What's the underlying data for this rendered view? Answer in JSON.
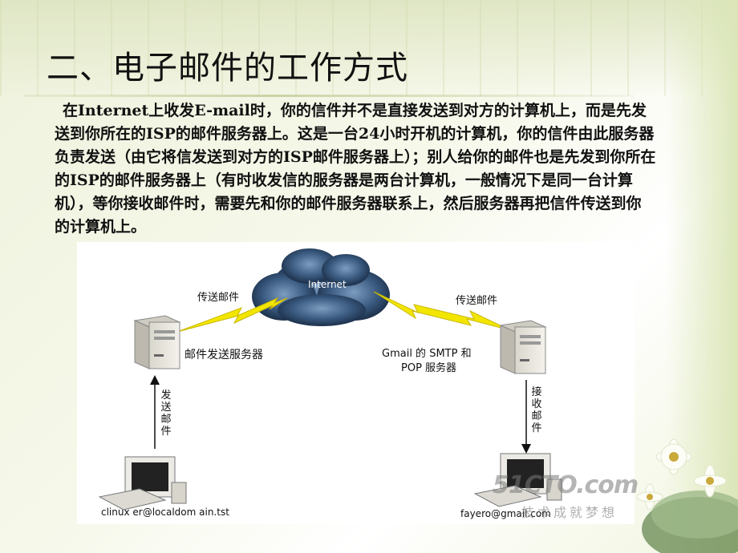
{
  "slide": {
    "title": "二、电子邮件的工作方式",
    "paragraph": "在Internet上收发E-mail时，你的信件并不是直接发送到对方的计算机上，而是先发送到你所在的ISP的邮件服务器上。这是一台24小时开机的计算机，你的信件由此服务器负责发送（由它将信发送到对方的ISP邮件服务器上）；别人给你的邮件也是先发到你所在的ISP的邮件服务器上（有时收发信的服务器是两台计算机，一般情况下是同一台计算机），等你接收邮件时，需要先和你的邮件服务器联系上，然后服务器再把信件传送到你的计算机上。"
  },
  "diagram": {
    "cloud_label": "Internet",
    "left_link_label": "传送邮件",
    "right_link_label": "传送邮件",
    "left_server_label": "邮件发送服务器",
    "right_server_label_line1": "Gmail 的 SMTP 和",
    "right_server_label_line2": "POP 服务器",
    "left_arrow_label": "发送邮件",
    "right_arrow_label": "接收邮件",
    "left_client_email": "clinux er@localdom ain.tst",
    "right_client_email": "fayero@gmail.com"
  },
  "watermark": {
    "brand": "51CTO.com",
    "slogan": "技术成就梦想"
  },
  "colors": {
    "cloud_dark": "#1f3550",
    "cloud_light": "#6c8fb3",
    "lightning": "#f2e600",
    "server_body": "#e9e7e0"
  }
}
